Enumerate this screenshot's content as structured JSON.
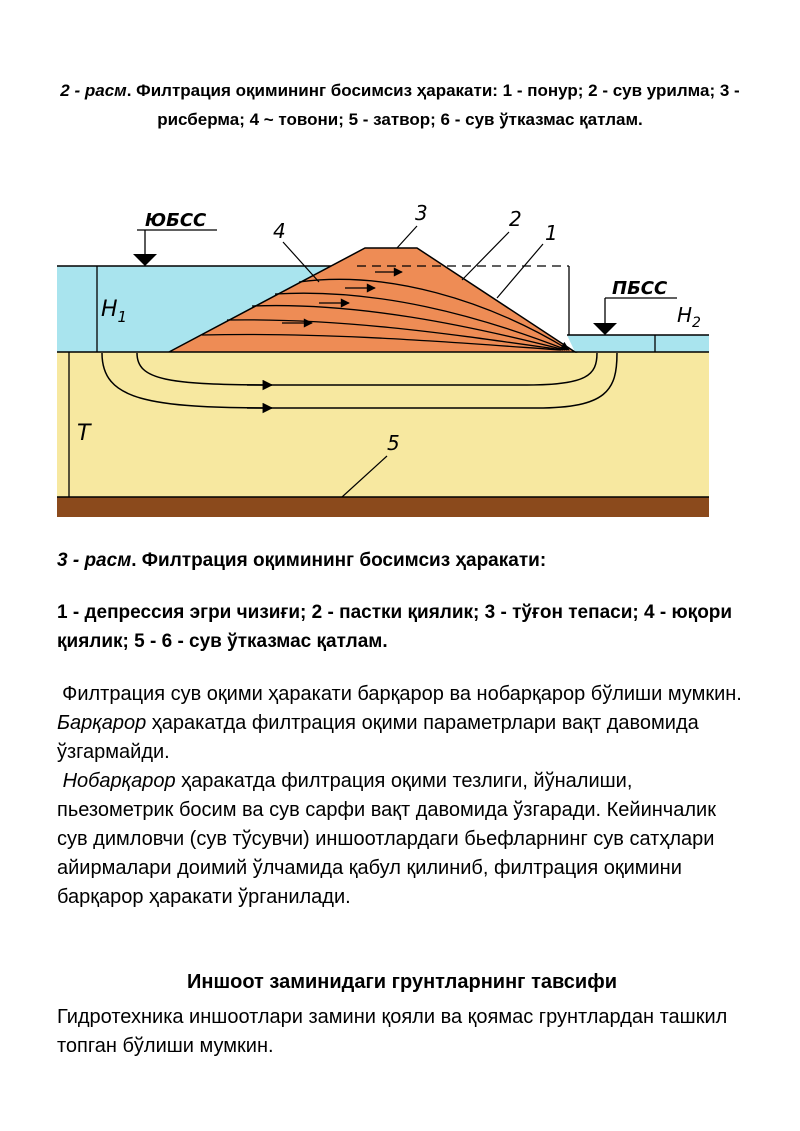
{
  "caption_top": {
    "label": "2 - расм",
    "text": ". Филтрация оқимининг босимсиз ҳаракати: 1 - понур; 2 - сув урилма; 3 - рисберма; 4 ~ товони; 5 - затвор; 6 - сув ўтказмас қатлам."
  },
  "figure": {
    "upstream_level": "ЮБСС",
    "downstream_level": "ПБСС",
    "h1": "H",
    "h1_sub": "1",
    "h2": "H",
    "h2_sub": "2",
    "t": "T",
    "n1": "1",
    "n2": "2",
    "n3": "3",
    "n4": "4",
    "n5": "5",
    "colors": {
      "water": "#a9e4ee",
      "soil": "#f7e8a0",
      "dam": "#ee8c55",
      "impervious": "#8b4a1c"
    }
  },
  "caption_fig": {
    "label": "3 - расм",
    "text": ". Филтрация оқимининг босимсиз ҳаракати:"
  },
  "caption_legend": "1 - депрессия эгри чизиғи; 2 - пастки қиялик; 3 - тўғон тепаси; 4 - юқори қиялик; 5 - 6 - сув ўтказмас қатлам.",
  "para1_center": "Филтрация сув оқими ҳаракати барқарор ва нобарқарор бўлиши мумкин.",
  "para2_italic": "Барқарор",
  "para2_rest": " ҳаракатда филтрация оқими параметрлари вақт давомида ўзгармайди.",
  "para3_italic": "Нобарқарор",
  "para3_rest": " ҳаракатда филтрация оқими тезлиги, йўналиши, пьезометрик босим ва сув сарфи вақт давомида ўзгаради. Кейинчалик сув димловчи (сув тўсувчи) иншоотлардаги бьефларнинг сув сатҳлари айирмалари доимий ўлчамида қабул қилиниб, филтрация оқимини барқарор ҳаракати ўрганилади.",
  "heading": "Иншоот заминидаги грунтларнинг тавсифи",
  "para4": "Гидротехника иншоотлари замини қояли ва қоямас грунтлардан ташкил топган бўлиши мумкин."
}
